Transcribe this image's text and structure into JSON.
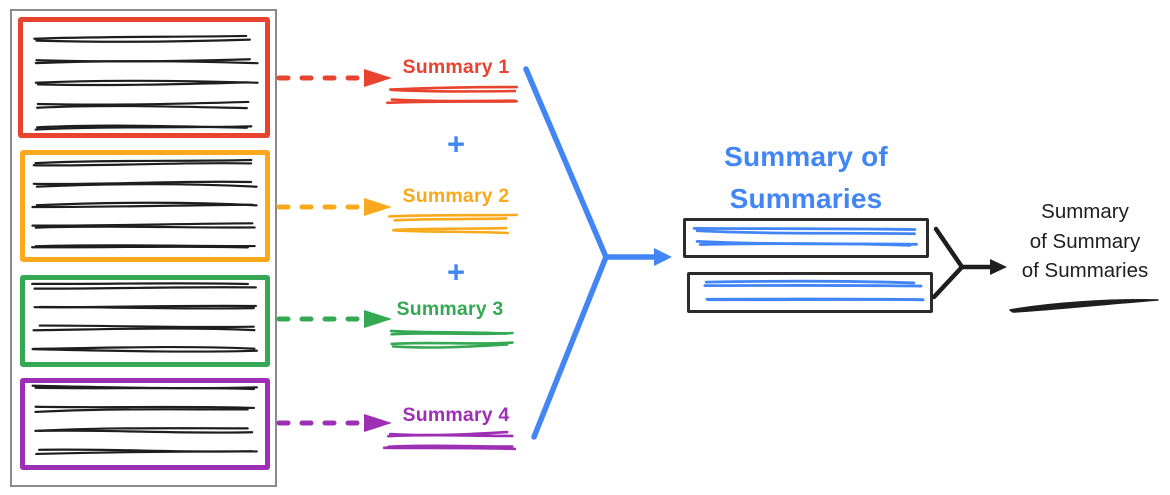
{
  "palette": {
    "red": "#E8432E",
    "orange": "#F9A91B",
    "green": "#34A853",
    "purple": "#9D2FB5",
    "blue": "#4285F4",
    "ink": "#1E1E1E",
    "container_border": "#8A8A8A",
    "box_border": "#2B2B2B"
  },
  "source_documents": [
    {
      "name": "document-1",
      "color": "red",
      "text_lines": 5
    },
    {
      "name": "document-2",
      "color": "orange",
      "text_lines": 5
    },
    {
      "name": "document-3",
      "color": "green",
      "text_lines": 4
    },
    {
      "name": "document-4",
      "color": "purple",
      "text_lines": 4
    }
  ],
  "summaries": {
    "labels": [
      "Summary 1",
      "Summary 2",
      "Summary 3",
      "Summary 4"
    ],
    "plus_sign": "+",
    "scribble_lines_each": 2
  },
  "summary_of_summaries": {
    "title_lines": [
      "Summary of",
      "Summaries"
    ],
    "box_count": 2,
    "scribble_lines_per_box": 2
  },
  "final_summary": {
    "label_lines": [
      "Summary",
      "of Summary",
      "of Summaries"
    ]
  }
}
